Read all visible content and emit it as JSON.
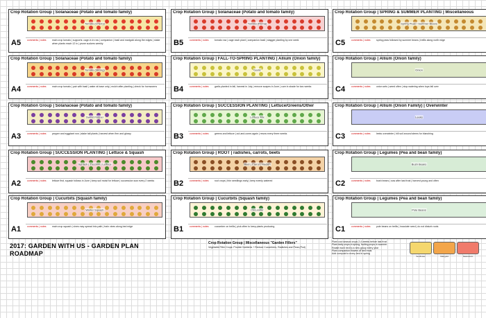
{
  "page": {
    "heading_line1": "2017:  GARDEN WITH US - GARDEN PLAN",
    "heading_line2": "ROADMAP"
  },
  "cards": [
    {
      "id": "A5",
      "title": "Crop Rotation Group | Solanaceae (Potato and tomato family)",
      "bed_color": "#f5e6a6",
      "dot_color": "#e03b2a",
      "bed_label": "Tomato (Cherry)",
      "notes_label": "comments | notes",
      "notes": "main crop tomato | supports: cage-in in row | companion | basil and marigold along the edges | stake when plants reach 12 in | prune suckers weekly"
    },
    {
      "id": "A4",
      "title": "Crop Rotation Group | Solanaceae (Potato and tomato family)",
      "bed_color": "#f7d58a",
      "dot_color": "#d83a26",
      "bed_label": "Tomato (Slicing)",
      "notes_label": "comments | notes",
      "notes": "main crop tomato | pair with basil | water at base only | mulch after planting | check for hornworms"
    },
    {
      "id": "A3",
      "title": "Crop Rotation Group | Solanaceae (Potato and tomato family)",
      "bed_color": "#f3ecc2",
      "dot_color": "#7a3fa0",
      "bed_label": "Sweet Pepper",
      "notes_label": "comments | notes",
      "notes": "pepper and eggplant row | stake tall plants | harvest when firm and glossy"
    },
    {
      "id": "A2",
      "title": "Crop Rotation Group | SUCCESSION PLANTING | Lettuce & Squash",
      "bed_color": "#f6c9c9",
      "dot_color": "#4c8a2b",
      "bed_label": "Squash | Zucchini | Lettuce",
      "notes_label": "comments | notes",
      "notes": "lettuce first, squash follows in June | keep soil moist for lettuce | succession sow every 2 weeks"
    },
    {
      "id": "A1",
      "title": "Crop Rotation Group | Cucurbits (Squash family)",
      "bed_color": "#f8cfc4",
      "dot_color": "#e0a83a",
      "bed_label": "Winter Squash",
      "notes_label": "comments | notes",
      "notes": "main crop squash | vines may spread into path | train vines along bed edge"
    },
    {
      "id": "B5",
      "title": "Crop Rotation Group | Solanaceae (Potato and tomato family)",
      "bed_color": "#f7d0d0",
      "dot_color": "#d93b2b",
      "bed_label": "Tomato (Roma)",
      "notes_label": "comments | notes",
      "notes": "tomato row | cage each plant | companion basil | stagger planting by one week"
    },
    {
      "id": "B4",
      "title": "Crop Rotation Group | FALL-TO-SPRING PLANTING | Allium (Onion family)",
      "bed_color": "#fbf6c8",
      "dot_color": "#c9c23a",
      "bed_label": "Garlic",
      "notes_label": "comments | notes",
      "notes": "garlic planted in fall, harvest in July | remove scapes in June | cure in shade for two weeks"
    },
    {
      "id": "B3",
      "title": "Crop Rotation Group | SUCCESSION PLANTING | Lettuce/Greens/Other",
      "bed_color": "#e6f5d2",
      "dot_color": "#5fa84a",
      "bed_label": "Lettuce Mix",
      "notes_label": "comments | notes",
      "notes": "greens and lettuce | cut-and-come-again | resow every three weeks"
    },
    {
      "id": "B2",
      "title": "Crop Rotation Group | ROOT | radishes, carrots, beets",
      "bed_color": "#f3d2a6",
      "dot_color": "#8a4f25",
      "bed_label": "Beet | Carrot | Radish",
      "notes_label": "comments | notes",
      "notes": "root crops | thin seedlings early | keep evenly watered"
    },
    {
      "id": "B1",
      "title": "Crop Rotation Group | Cucurbits (Squash family)",
      "bed_color": "#fdf3d6",
      "dot_color": "#2f7a2f",
      "bed_label": "Cucumber",
      "notes_label": "comments | notes",
      "notes": "cucumber on trellis | pick often to keep plants producing"
    },
    {
      "id": "C5",
      "title": "Crop Rotation Group | SPRING & SUMMER PLANTING | Miscellaneous",
      "bed_color": "#f4e6b8",
      "dot_color": "#c48a30",
      "bed_label": "Spring Peas / Summer Beans",
      "notes_label": "comments | notes",
      "notes": "spring peas followed by summer beans | trellis along north edge"
    },
    {
      "id": "C4",
      "title": "Crop Rotation Group | Allium (Onion family)",
      "bed_color": "#dfe9c8",
      "dot_color": "#8b7a3a",
      "bed_label": "Onion",
      "notes_label": "comments | notes",
      "notes": "onion sets | weed often | stop watering when tops fall over"
    },
    {
      "id": "C3",
      "title": "Crop Rotation Group | Allium (Onion Family) | Overwinter",
      "bed_color": "#c9cdf5",
      "dot_color": "#6b74c9",
      "bed_label": "Leeks",
      "notes_label": "comments | notes",
      "notes": "leeks overwinter | hill soil around stems for blanching"
    },
    {
      "id": "C2",
      "title": "Crop Rotation Group | Legumes (Pea and bean family)",
      "bed_color": "#d7ecd6",
      "dot_color": "#3f8f4a",
      "bed_label": "Bush Beans",
      "notes_label": "comments | notes",
      "notes": "bush beans | sow after last frost | harvest young and often"
    },
    {
      "id": "C1",
      "title": "Crop Rotation Group | Legumes (Pea and bean family)",
      "bed_color": "#dcefdc",
      "dot_color": "#2f7f3f",
      "bed_label": "Pole Beans",
      "notes_label": "comments | notes",
      "notes": "pole beans on trellis | inoculate seed | do not disturb roots"
    }
  ],
  "misc": {
    "title": "Crop Rotation Group | Miscellaneous \"Garden Fillers\"",
    "text": "Vegetable Filler Crops: Provide Nutrients + Reduce Cucumbers, Radishes and Peas (Pod)"
  },
  "bullets": [
    "Plant cool season crops 2-4 weeks before last frost",
    "Plant leafy crops in spring, fruiting crops in summer",
    "Rotate each bed to a new group every year",
    "Plant companion flowers at bed ends",
    "Add compost to every bed in spring"
  ],
  "legend": [
    {
      "caption": "Sunflower",
      "color": "#f5d76e"
    },
    {
      "caption": "Marigold",
      "color": "#f3a64a"
    },
    {
      "caption": "Nasturtium",
      "color": "#f07b6b"
    }
  ]
}
